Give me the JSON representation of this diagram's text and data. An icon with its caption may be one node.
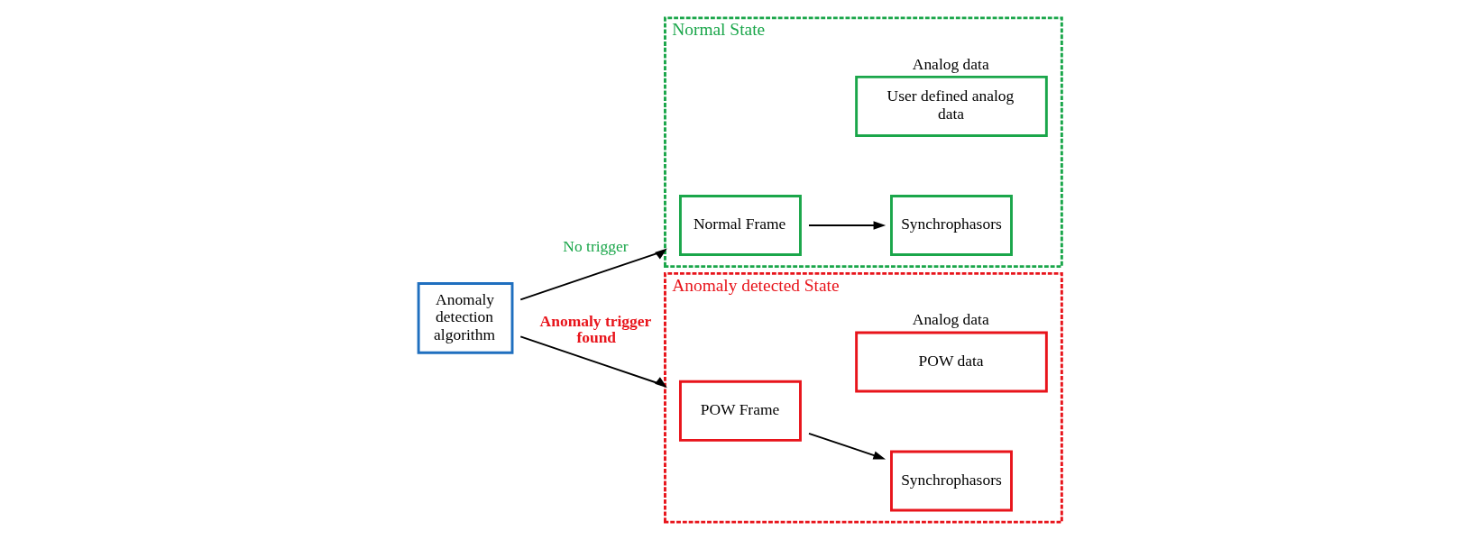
{
  "diagram": {
    "nodes": [
      {
        "text": [
          "Anomaly detection algorithm"
        ]
      },
      {
        "text": [
          "Normal State"
        ]
      },
      {
        "text": [
          "Normal Frame"
        ],
        "in": 1
      },
      {
        "text": [
          "Synchrophasors"
        ],
        "in": 1
      },
      {
        "text": [
          "User defined analog data"
        ],
        "in": 1,
        "beside": [
          "Analog data"
        ]
      },
      {
        "text": [
          "Anomaly detected State"
        ]
      },
      {
        "text": [
          "POW Frame"
        ],
        "in": 5
      },
      {
        "text": [
          "Synchrophasors"
        ],
        "in": 5
      },
      {
        "text": [
          "POW data"
        ],
        "in": 5,
        "beside": [
          "Analog data"
        ]
      }
    ],
    "edges": [
      {
        "from": 0,
        "to": 1,
        "arrow": "to",
        "label": "No trigger"
      },
      {
        "from": 0,
        "to": 5,
        "arrow": "to",
        "label": "Anomaly trigger found"
      },
      {
        "from": 2,
        "to": 3,
        "arrow": "to"
      },
      {
        "from": 6,
        "to": 7,
        "arrow": "to"
      }
    ]
  }
}
